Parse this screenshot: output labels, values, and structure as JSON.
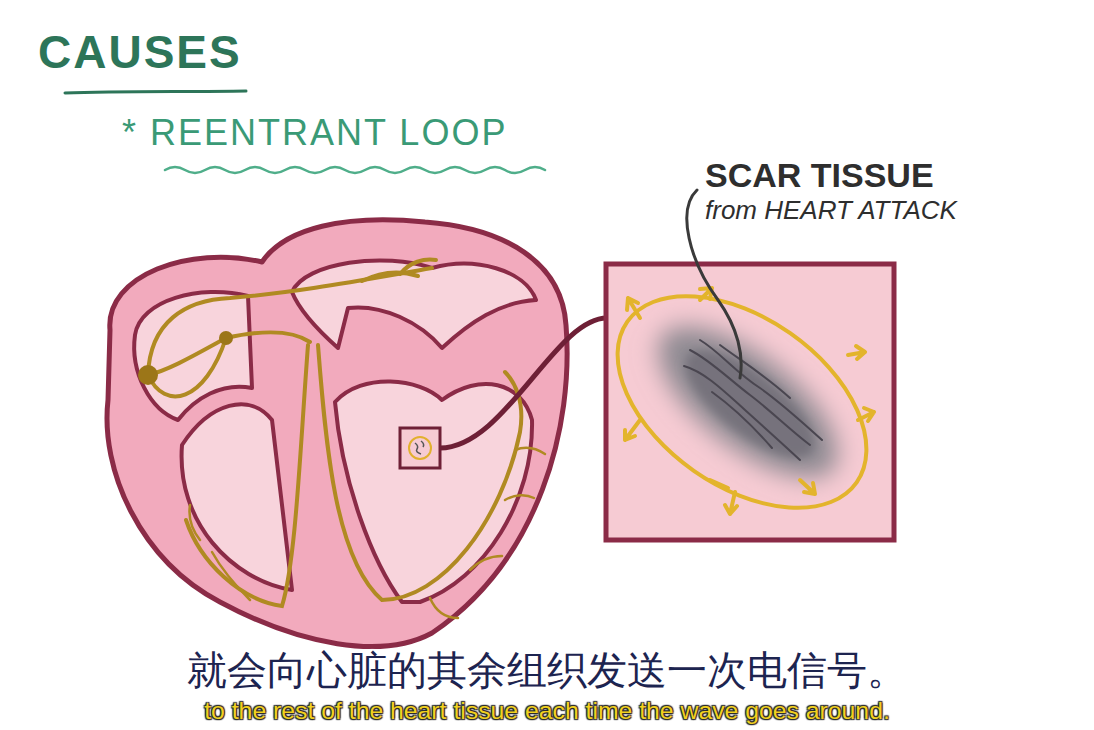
{
  "diagram": {
    "title": "CAUSES",
    "labels": [
      "* REENTRANT LOOP",
      "SCAR TISSUE",
      "from HEART ATTACK",
      "就会向心脏的其余组织发送一次电信号。",
      "to the rest of the heart tissue each time the wave goes around."
    ]
  }
}
